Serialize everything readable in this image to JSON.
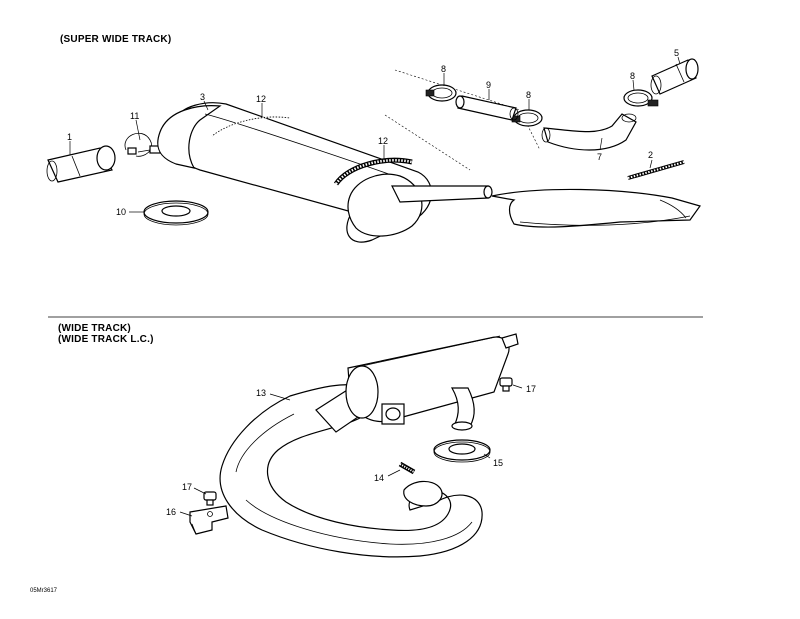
{
  "sections": {
    "super_wide": {
      "heading": "(SUPER WIDE TRACK)"
    },
    "wide": {
      "heading_line1": "(WIDE TRACK)",
      "heading_line2": "(WIDE TRACK L.C.)"
    }
  },
  "callouts": {
    "c1": "1",
    "c2": "2",
    "c3": "3",
    "c5": "5",
    "c7": "7",
    "c8a": "8",
    "c8b": "8",
    "c8c": "8",
    "c9": "9",
    "c10": "10",
    "c11": "11",
    "c12a": "12",
    "c12b": "12",
    "c13": "13",
    "c14": "14",
    "c15": "15",
    "c16": "16",
    "c17a": "17",
    "c17b": "17"
  },
  "document_code": "05Mr3617"
}
